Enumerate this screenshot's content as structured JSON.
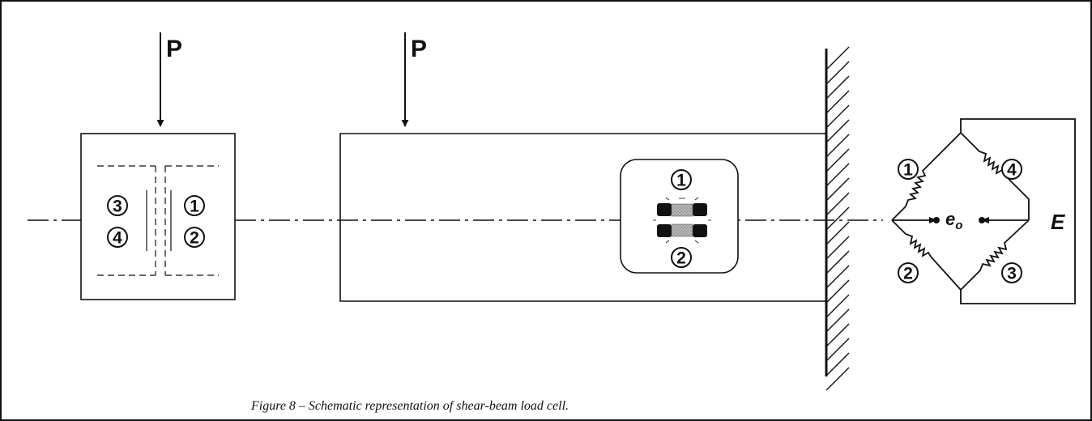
{
  "figure": {
    "caption": "Figure 8 – Schematic representation of shear-beam load cell."
  },
  "load": {
    "label": "P"
  },
  "gauges": {
    "g1": "1",
    "g2": "2",
    "g3": "3",
    "g4": "4"
  },
  "bridge": {
    "output_label": "e",
    "output_subscript": "o",
    "excitation_label": "E"
  }
}
